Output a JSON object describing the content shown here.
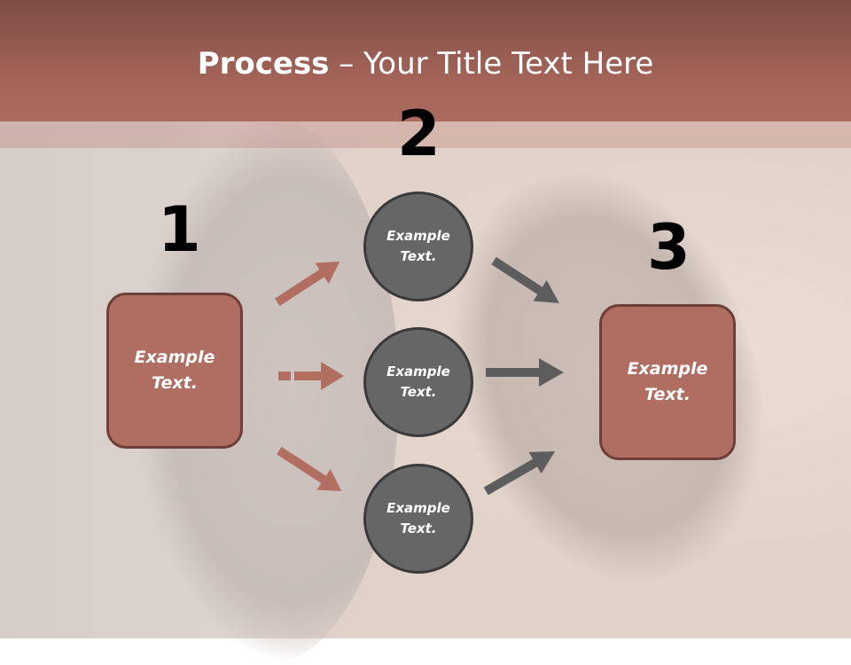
{
  "header": {
    "title_bold": "Process",
    "title_rest": " – Your Title Text Here"
  },
  "steps": {
    "n1": "1",
    "n2": "2",
    "n3": "3"
  },
  "left_box": {
    "label": "Example\nText."
  },
  "circles": [
    {
      "label": "Example\nText."
    },
    {
      "label": "Example\nText."
    },
    {
      "label": "Example\nText."
    }
  ],
  "right_box": {
    "label": "Example\nText."
  },
  "colors": {
    "accent": "#b06e63",
    "arrow_left": "#b36e62",
    "arrow_right": "#5d5d5d",
    "circle": "#666666"
  }
}
